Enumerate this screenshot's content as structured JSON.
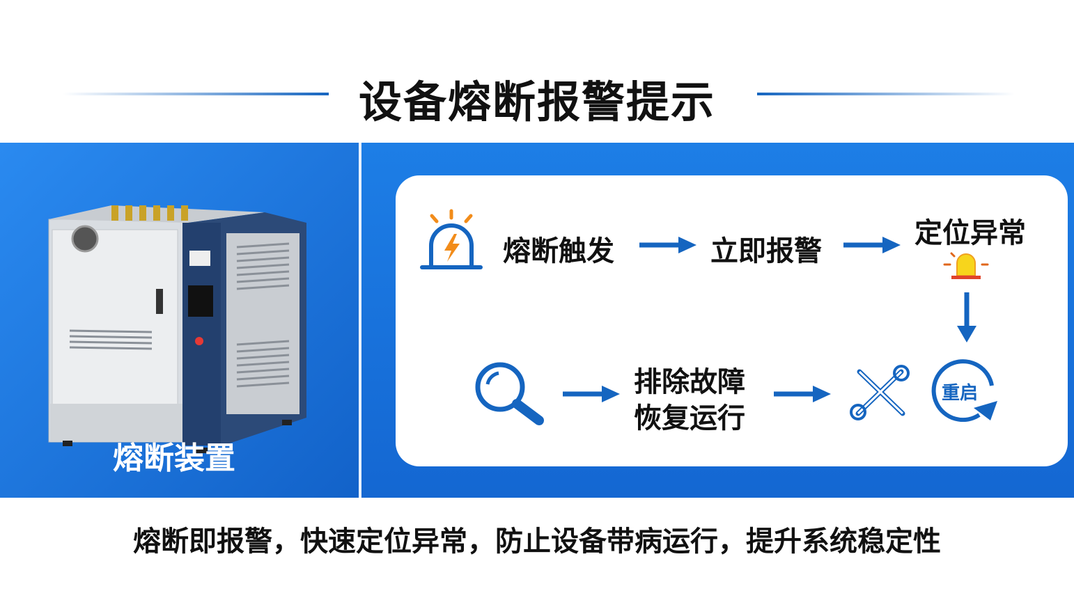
{
  "title": "设备熔断报警提示",
  "device": {
    "label": "熔断装置"
  },
  "flow": {
    "step1": "熔断触发",
    "step2": "立即报警",
    "step3": "定位异常",
    "step4_line1": "排除故障",
    "step4_line2": "恢复运行",
    "restart_icon_text": "重启"
  },
  "footer": "熔断即报警，快速定位异常，防止设备带病运行，提升系统稳定性",
  "colors": {
    "blue": "#1565c0",
    "orange": "#f28c1a",
    "yellow": "#f7d51c",
    "red": "#e0442a"
  }
}
